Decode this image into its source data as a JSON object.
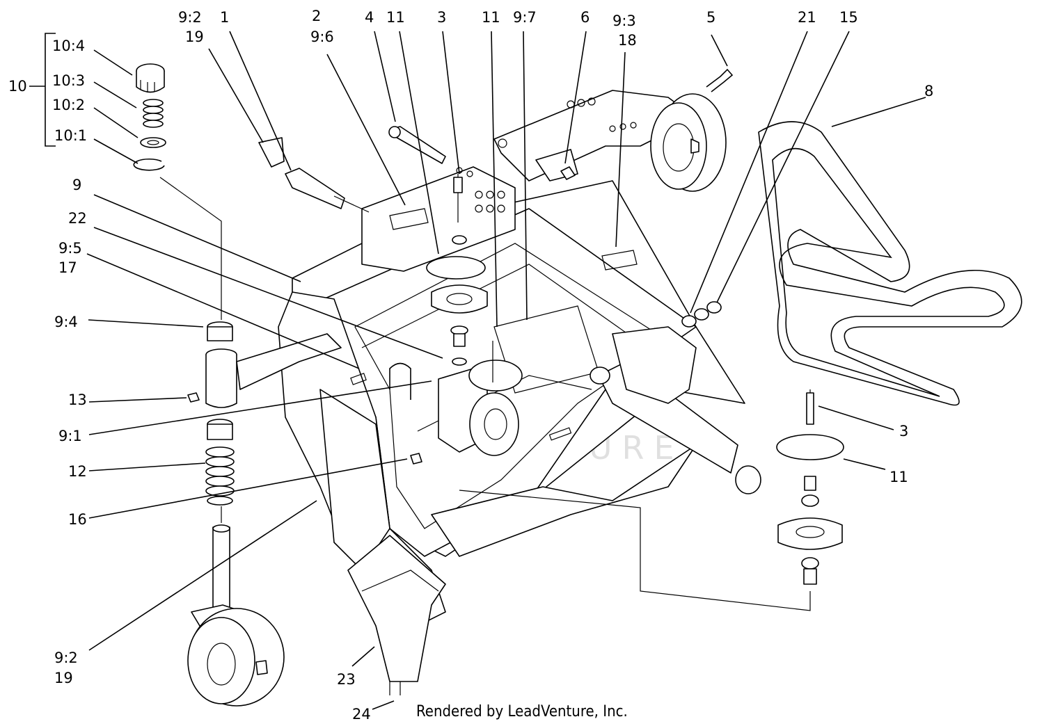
{
  "callouts": [
    {
      "id": "c-10-4",
      "text": "10:4"
    },
    {
      "id": "c-10-3",
      "text": "10:3"
    },
    {
      "id": "c-10-2",
      "text": "10:2"
    },
    {
      "id": "c-10-1",
      "text": "10:1"
    },
    {
      "id": "c-10",
      "text": "10"
    },
    {
      "id": "c-9-2-top",
      "text": "9:2"
    },
    {
      "id": "c-19-top",
      "text": "19"
    },
    {
      "id": "c-1",
      "text": "1"
    },
    {
      "id": "c-2",
      "text": "2"
    },
    {
      "id": "c-9-6",
      "text": "9:6"
    },
    {
      "id": "c-4",
      "text": "4"
    },
    {
      "id": "c-11-a",
      "text": "11"
    },
    {
      "id": "c-3-top",
      "text": "3"
    },
    {
      "id": "c-11-b",
      "text": "11"
    },
    {
      "id": "c-9-7",
      "text": "9:7"
    },
    {
      "id": "c-6",
      "text": "6"
    },
    {
      "id": "c-9-3",
      "text": "9:3"
    },
    {
      "id": "c-18",
      "text": "18"
    },
    {
      "id": "c-5",
      "text": "5"
    },
    {
      "id": "c-21",
      "text": "21"
    },
    {
      "id": "c-15",
      "text": "15"
    },
    {
      "id": "c-8",
      "text": "8"
    },
    {
      "id": "c-9",
      "text": "9"
    },
    {
      "id": "c-22",
      "text": "22"
    },
    {
      "id": "c-9-5",
      "text": "9:5"
    },
    {
      "id": "c-17",
      "text": "17"
    },
    {
      "id": "c-9-4",
      "text": "9:4"
    },
    {
      "id": "c-13",
      "text": "13"
    },
    {
      "id": "c-9-1",
      "text": "9:1"
    },
    {
      "id": "c-12",
      "text": "12"
    },
    {
      "id": "c-16",
      "text": "16"
    },
    {
      "id": "c-9-2-bot",
      "text": "9:2"
    },
    {
      "id": "c-19-bot",
      "text": "19"
    },
    {
      "id": "c-23",
      "text": "23"
    },
    {
      "id": "c-24",
      "text": "24"
    },
    {
      "id": "c-3-right",
      "text": "3"
    },
    {
      "id": "c-11-right",
      "text": "11"
    }
  ],
  "credit": "Rendered by LeadVenture, Inc.",
  "watermark": "LEADVENTURE"
}
